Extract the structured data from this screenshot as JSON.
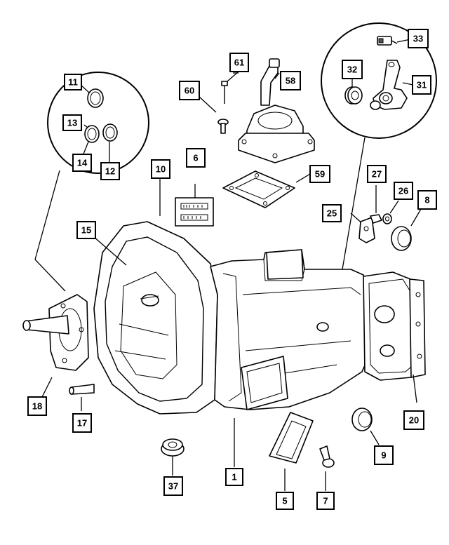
{
  "callouts": {
    "c1": "1",
    "c5": "5",
    "c6": "6",
    "c7": "7",
    "c8": "8",
    "c9": "9",
    "c10": "10",
    "c11": "11",
    "c12": "12",
    "c13": "13",
    "c14": "14",
    "c15": "15",
    "c17": "17",
    "c18": "18",
    "c20": "20",
    "c25": "25",
    "c26": "26",
    "c27": "27",
    "c31": "31",
    "c32": "32",
    "c33": "33",
    "c37": "37",
    "c58": "58",
    "c59": "59",
    "c60": "60",
    "c61": "61"
  }
}
